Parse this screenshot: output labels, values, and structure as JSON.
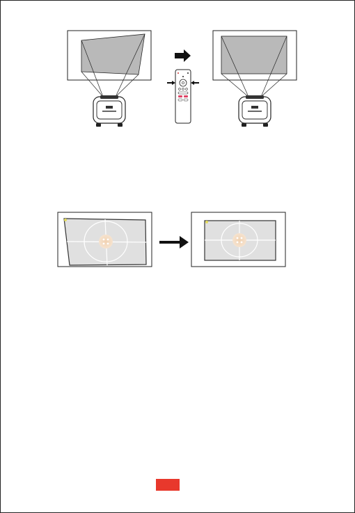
{
  "page": {
    "accent_color": "#e8382c",
    "frame_color": "#222222"
  },
  "figure_1": {
    "description_icons": [
      "keystone-screen-before",
      "arrow-right-icon",
      "remote-control-icon",
      "keystone-screen-after",
      "projector-icon"
    ]
  },
  "figure_2": {
    "description_icons": [
      "test-pattern-before",
      "arrow-right-icon",
      "test-pattern-after"
    ]
  }
}
